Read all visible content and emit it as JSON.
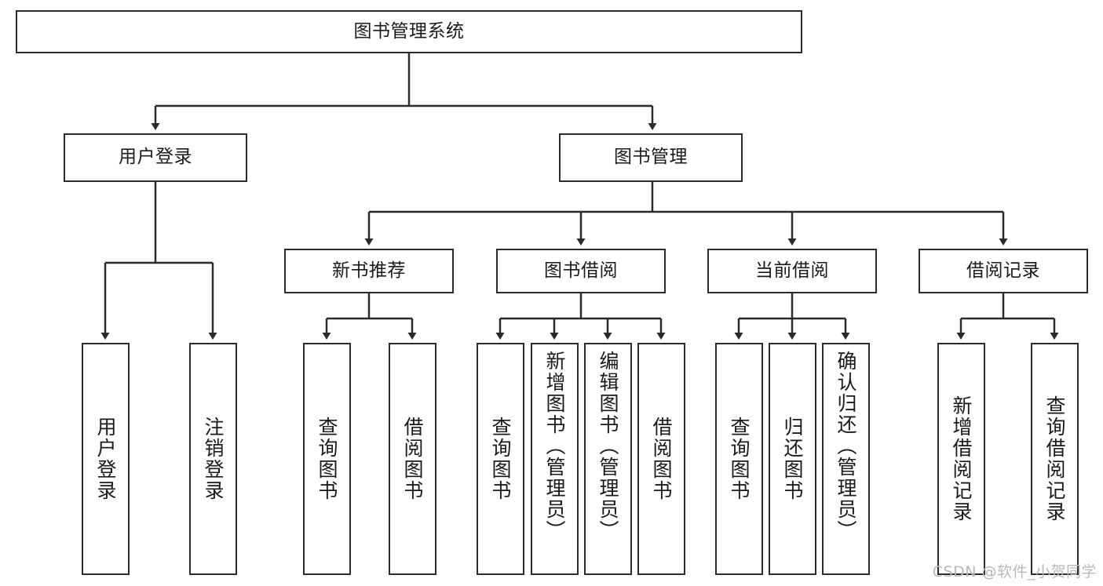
{
  "diagram": {
    "title": "图书管理系统",
    "type": "tree",
    "root": {
      "label": "图书管理系统"
    },
    "level2": [
      {
        "label": "用户登录"
      },
      {
        "label": "图书管理"
      }
    ],
    "level3": [
      {
        "label": "新书推荐"
      },
      {
        "label": "图书借阅"
      },
      {
        "label": "当前借阅"
      },
      {
        "label": "借阅记录"
      }
    ],
    "leaves": {
      "user_login": [
        {
          "label": "用户登录"
        },
        {
          "label": "注销登录"
        }
      ],
      "new_book_recommend": [
        {
          "label": "查询图书"
        },
        {
          "label": "借阅图书"
        }
      ],
      "book_borrow": [
        {
          "label": "查询图书"
        },
        {
          "label": "新增图书（管理员）"
        },
        {
          "label": "编辑图书（管理员）"
        },
        {
          "label": "借阅图书"
        }
      ],
      "current_borrow": [
        {
          "label": "查询图书"
        },
        {
          "label": "归还图书"
        },
        {
          "label": "确认归还（管理员）"
        }
      ],
      "borrow_record": [
        {
          "label": "新增借阅记录"
        },
        {
          "label": "查询借阅记录"
        }
      ]
    }
  },
  "watermark": {
    "text": "CSDN @软件_小贺同学"
  },
  "colors": {
    "stroke": "#2b2b2b",
    "background": "#ffffff",
    "text": "#1a1a1a",
    "watermark": "#b9b9b9"
  }
}
